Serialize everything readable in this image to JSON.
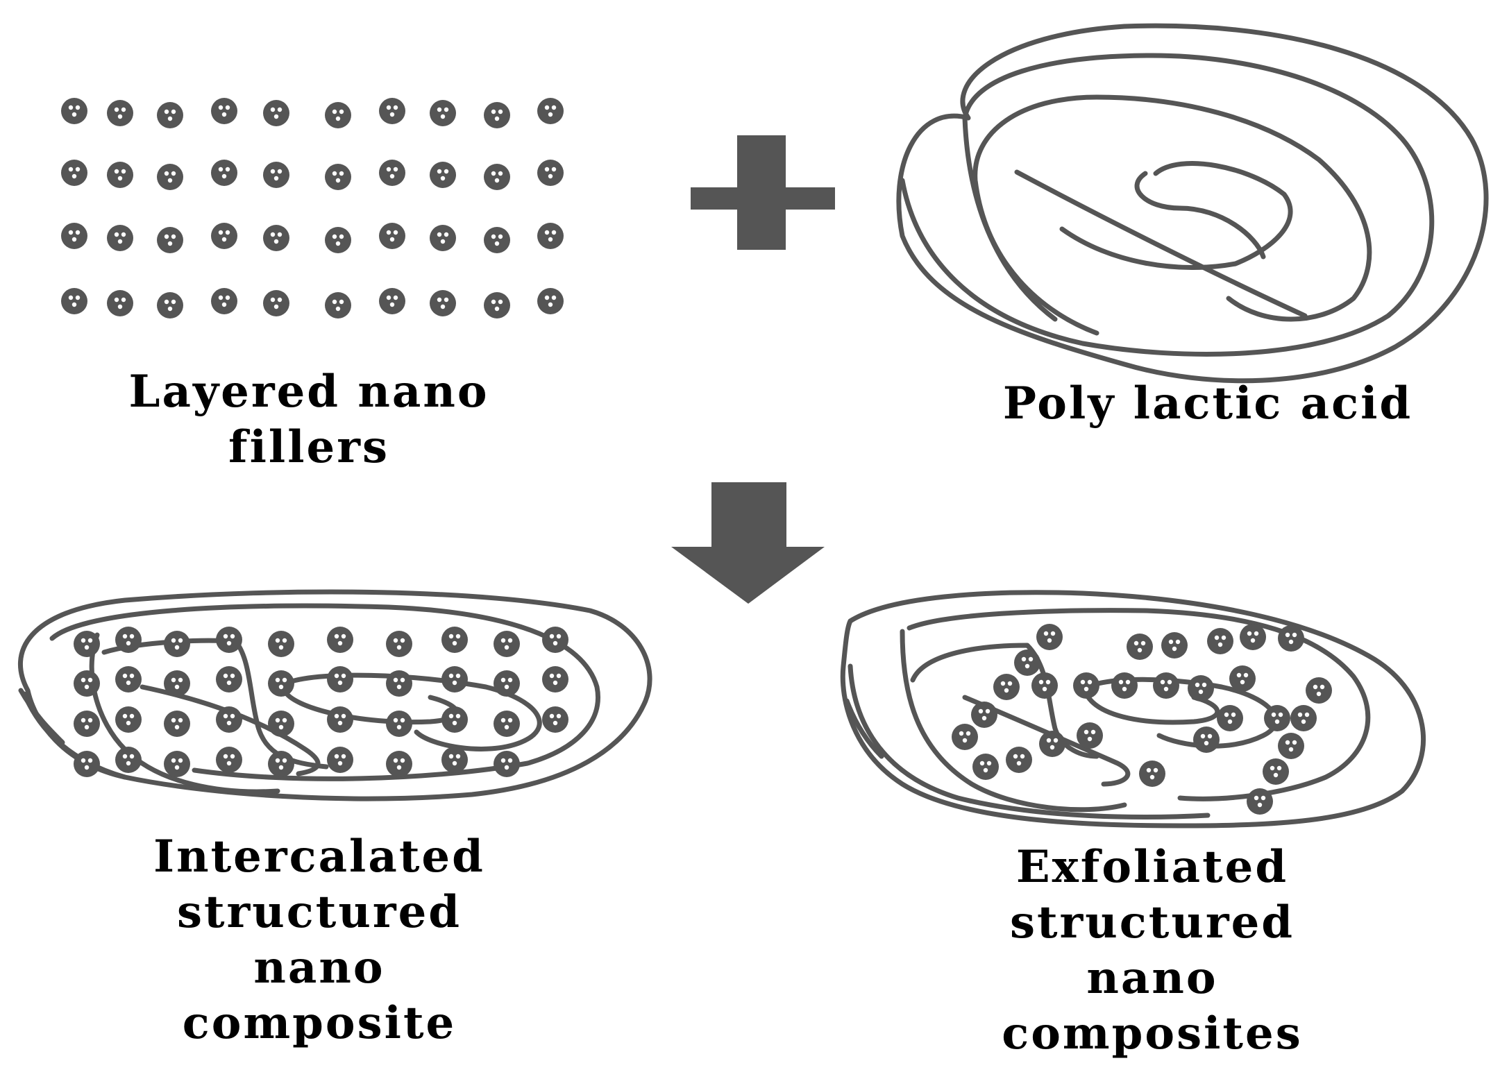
{
  "colors": {
    "ink": "#555555",
    "text": "#000000",
    "background": "#ffffff"
  },
  "icons": {
    "operator": "plus-icon",
    "flow": "arrow-down-icon",
    "particle": "nano-filler-particle-icon"
  },
  "labels": {
    "fillers": [
      "Layered nano",
      "fillers"
    ],
    "pla": [
      "Poly lactic acid"
    ],
    "intercalated": [
      "Intercalated",
      "structured",
      "nano",
      "composite"
    ],
    "exfoliated": [
      "Exfoliated",
      "structured",
      "nano",
      "composites"
    ]
  }
}
